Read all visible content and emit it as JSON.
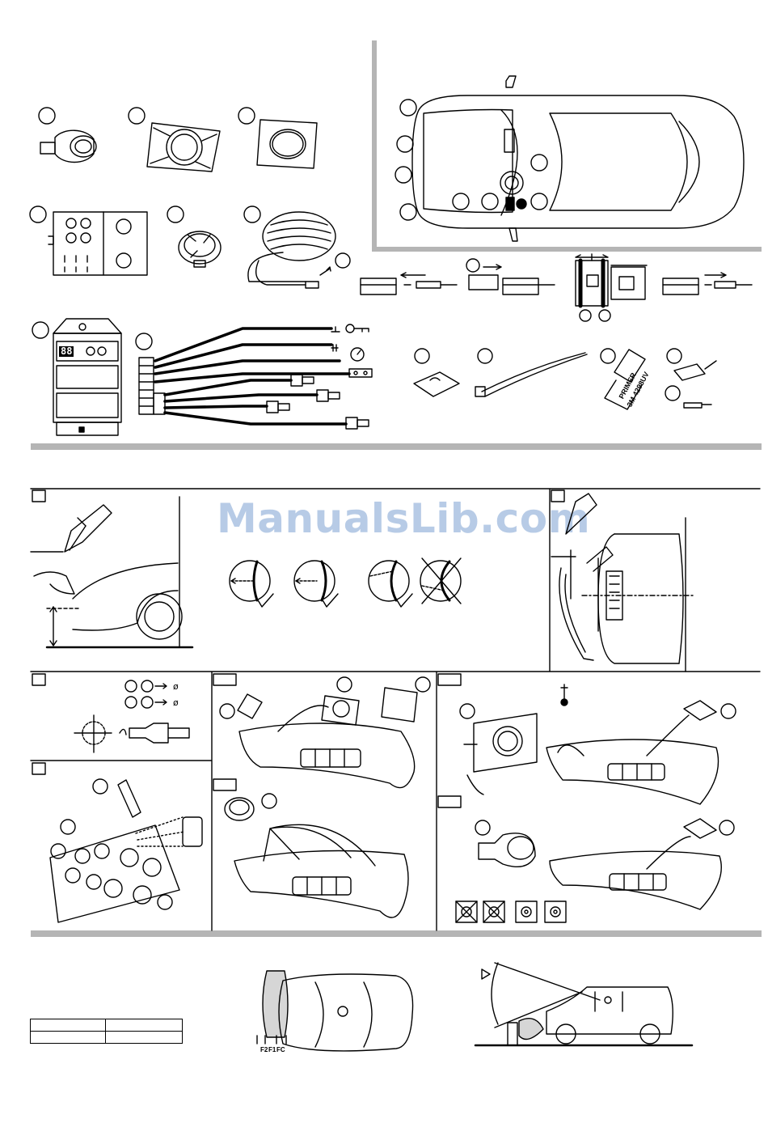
{
  "watermark": "ManualsLib.com",
  "primer_label_line1": "PRIMER",
  "primer_label_line2": "3M 4298UV",
  "display_digits": "88",
  "sensor_spacing_labels": [
    "F2",
    "F1",
    "FC"
  ],
  "drill_symbol": "ø",
  "colors": {
    "ink": "#000000",
    "panel_gray": "#b5b5b5",
    "watermark": "#b7cbe6"
  }
}
